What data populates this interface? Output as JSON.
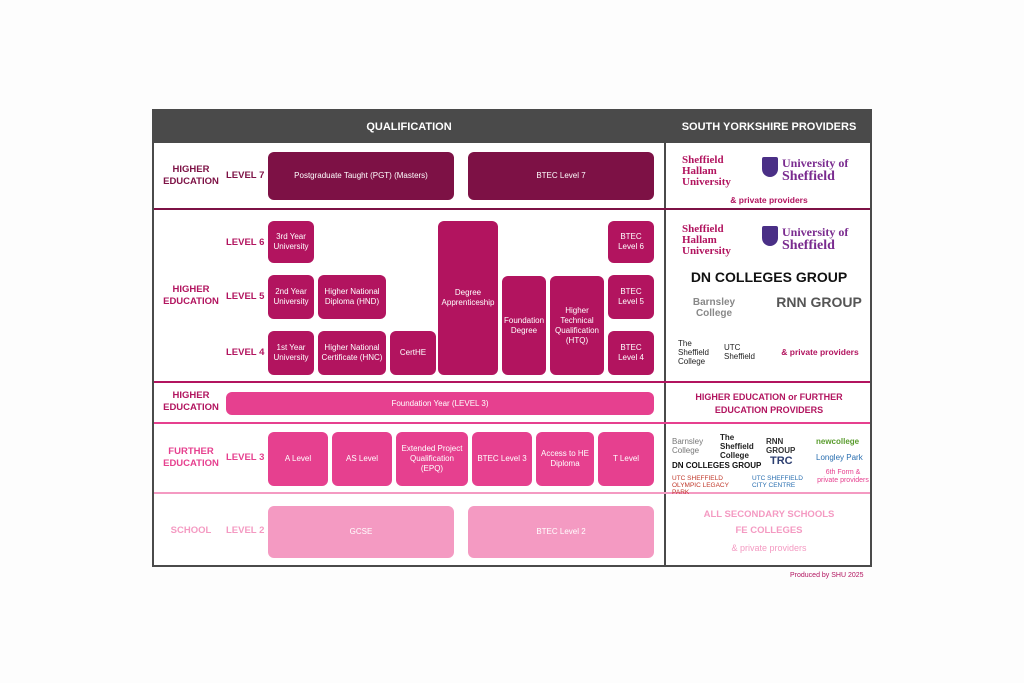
{
  "headers": {
    "qualification": "QUALIFICATION",
    "providers": "SOUTH YORKSHIRE PROVIDERS"
  },
  "rows": {
    "he7": {
      "label": "HIGHER EDUCATION",
      "level": "LEVEL 7"
    },
    "he456": {
      "label": "HIGHER EDUCATION",
      "level6": "LEVEL 6",
      "level5": "LEVEL 5",
      "level4": "LEVEL 4"
    },
    "hefound": {
      "label": "HIGHER EDUCATION"
    },
    "fe": {
      "label": "FURTHER EDUCATION",
      "level": "LEVEL 3"
    },
    "school": {
      "label": "SCHOOL",
      "level": "LEVEL 2"
    }
  },
  "boxes": {
    "pgt": "Postgraduate Taught (PGT) (Masters)",
    "btec7": "BTEC Level 7",
    "yr3": "3rd Year University",
    "yr2": "2nd Year University",
    "hnd": "Higher National Diploma (HND)",
    "yr1": "1st Year University",
    "hnc": "Higher National Certificate (HNC)",
    "certhe": "CertHE",
    "degapp": "Degree Apprenticeship",
    "found": "Foundation Degree",
    "htq": "Higher Technical Qualification (HTQ)",
    "btec6": "BTEC Level 6",
    "btec5": "BTEC Level 5",
    "btec4": "BTEC Level 4",
    "foundyear": "Foundation Year (LEVEL 3)",
    "alevel": "A Level",
    "aslevel": "AS Level",
    "epq": "Extended Project Qualification (EPQ)",
    "btec3": "BTEC Level 3",
    "access": "Access to HE Diploma",
    "tlevel": "T Level",
    "gcse": "GCSE",
    "btec2": "BTEC Level 2"
  },
  "providers": {
    "shu": "Sheffield Hallam University",
    "uos_top": "University of",
    "uos_bottom": "Sheffield",
    "private1": "& private providers",
    "private2": "& private providers",
    "dn": "DN COLLEGES GROUP",
    "barnsley": "Barnsley College",
    "rnn": "RNN GROUP",
    "sheffcollege": "The Sheffield College",
    "utc": "UTC Sheffield",
    "private3": "& private providers",
    "he_or_fe": "HIGHER EDUCATION or FURTHER EDUCATION PROVIDERS",
    "fe_barnsley": "Barnsley College",
    "fe_sheffield": "The Sheffield College",
    "fe_rnn": "RNN GROUP",
    "fe_newcollege": "newcollege",
    "fe_dn": "DN COLLEGES GROUP",
    "fe_trc": "TRC",
    "fe_longley": "Longley Park",
    "fe_utc_olp": "UTC SHEFFIELD OLYMPIC LEGACY PARK",
    "fe_utc_cc": "UTC SHEFFIELD CITY CENTRE",
    "fe_6th": "6th Form & private providers",
    "schools": "ALL SECONDARY SCHOOLS",
    "fecolleges": "FE COLLEGES",
    "private4": "& private providers"
  },
  "credit": "Produced by SHU 2025",
  "colors": {
    "dark": "#7d1145",
    "mid": "#b2145f",
    "pink": "#e6408f",
    "light": "#f49ac2",
    "header": "#4a4a4a"
  }
}
